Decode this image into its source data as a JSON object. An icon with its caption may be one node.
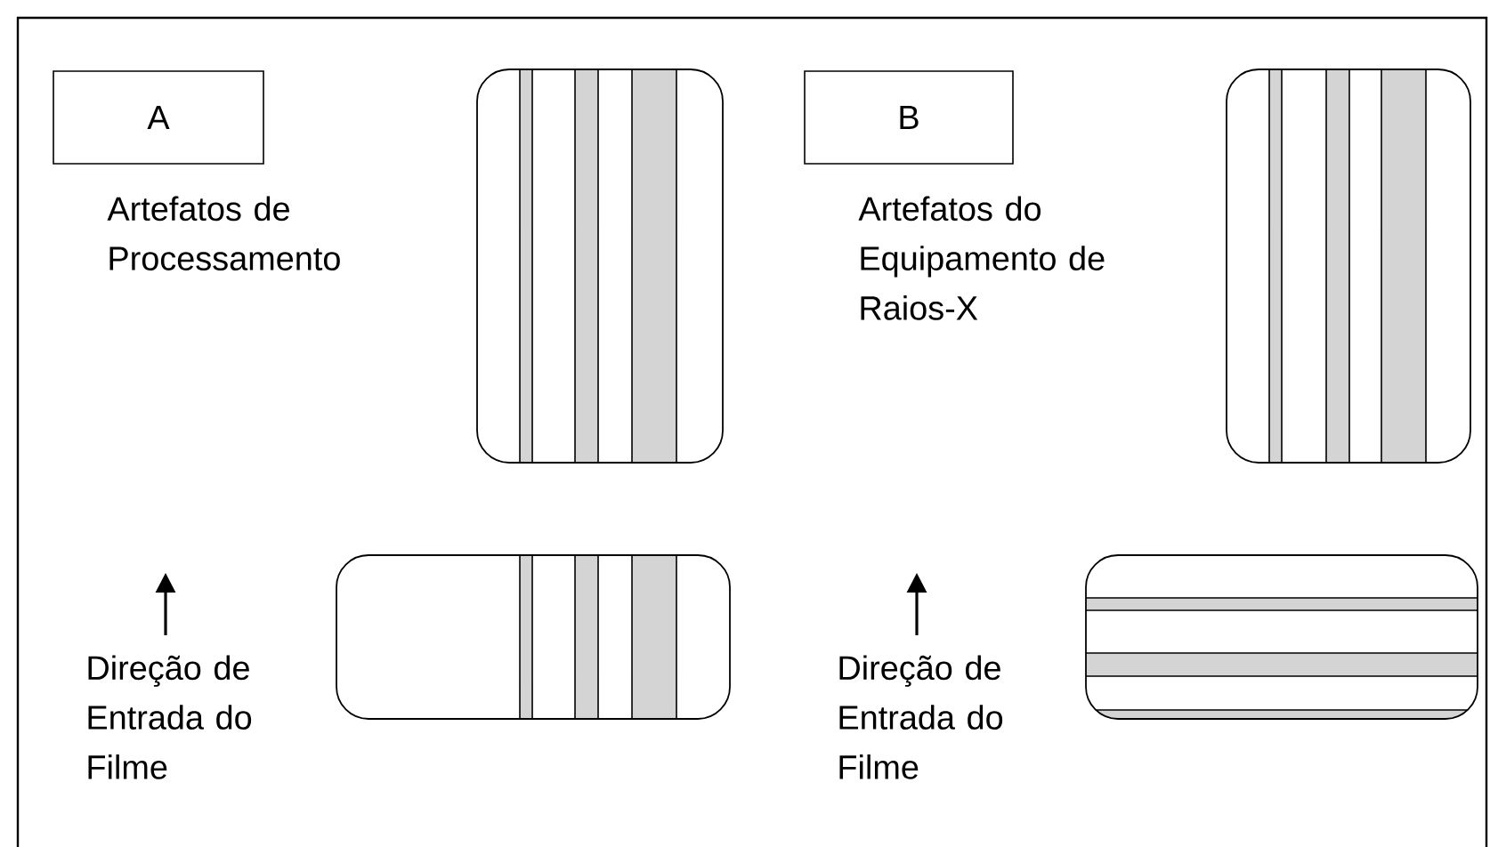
{
  "diagram": {
    "nodes": [
      {
        "text": [
          "A"
        ]
      },
      {
        "text": [],
        "shape": "box"
      },
      {
        "text": [
          "B"
        ]
      },
      {
        "text": [],
        "shape": "box"
      },
      {
        "text": [],
        "shape": "box"
      },
      {
        "text": [],
        "shape": "box"
      }
    ],
    "labels": [
      "Artefatos de Processamento",
      "Artefatos do Equipamento de Raios-X",
      "Direção de Entrada do Filme",
      "Direção de Entrada do Filme"
    ]
  }
}
